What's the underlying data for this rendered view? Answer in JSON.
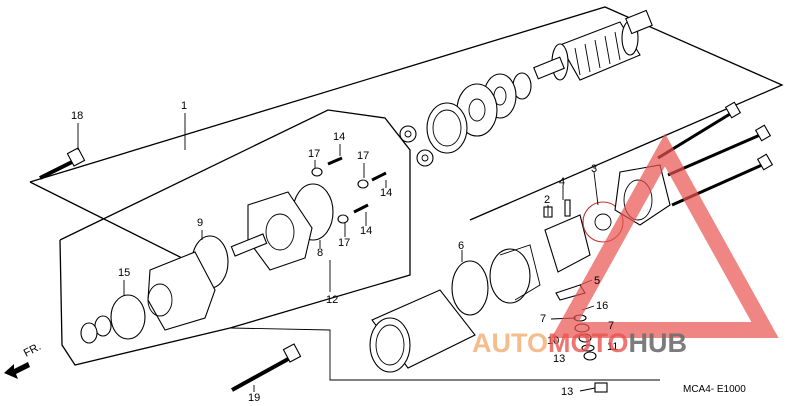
{
  "diagram": {
    "code": "MCA4- E1000",
    "front_arrow": "FR.",
    "callouts": [
      "1",
      "2",
      "3",
      "4",
      "5",
      "6",
      "7",
      "7",
      "8",
      "9",
      "10",
      "11",
      "12",
      "13",
      "13",
      "14",
      "14",
      "14",
      "15",
      "16",
      "17",
      "17",
      "17",
      "18",
      "19"
    ]
  },
  "watermark": {
    "part1": "AUTO",
    "part2": "MOTO",
    "part3": "HUB",
    "colors": {
      "orange": "#f3b07a",
      "red": "#e8534f",
      "gray": "#6e6e6e"
    }
  }
}
